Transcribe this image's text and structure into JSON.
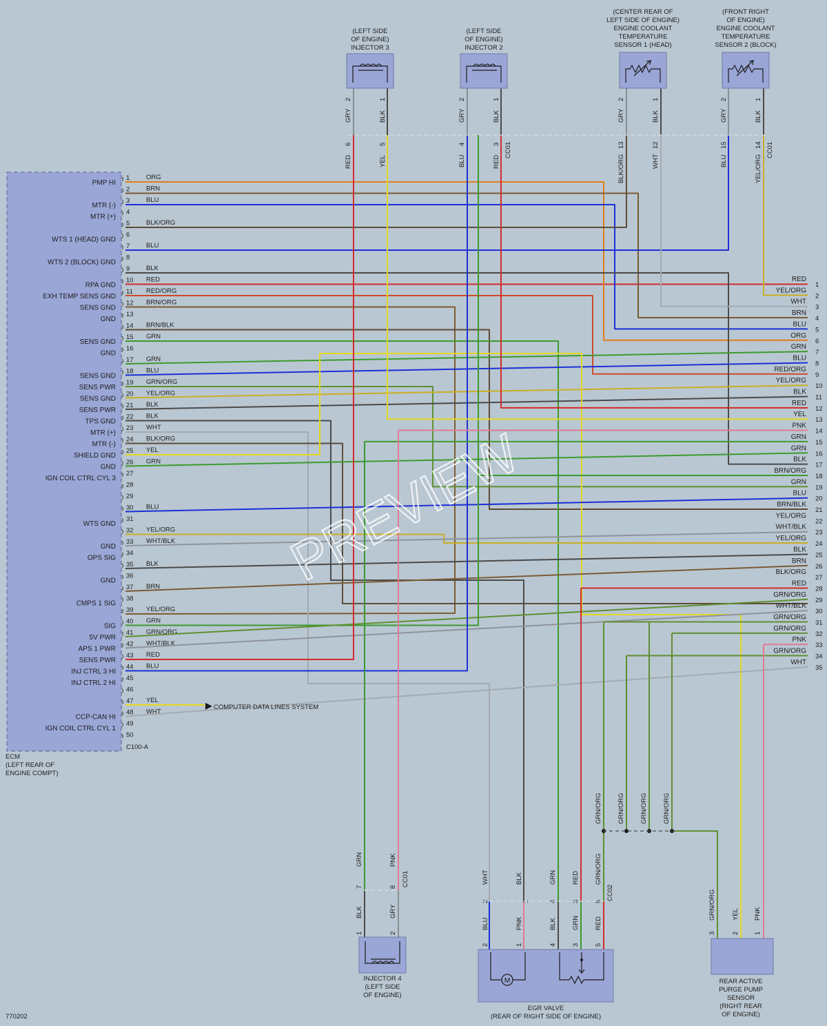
{
  "colors": {
    "RED": "#d42a2a",
    "BLU": "#1b2fd6",
    "GRN": "#3c9a2e",
    "YEL": "#e4d920",
    "BLK": "#4a4a4a",
    "WHT": "#a4aab0",
    "BRN": "#7a5a34",
    "ORG": "#e07e1c",
    "PNK": "#e07a92",
    "GRY": "#8a8f94",
    "GRN/ORG": "#5f8f30",
    "YEL/ORG": "#c9ae24",
    "RED/ORG": "#cf4a26",
    "BLK/ORG": "#5c4c38",
    "BRN/ORG": "#7d5c30",
    "BRN/BLK": "#5b4a36",
    "WHT/BLK": "#8e9399"
  },
  "ecm": {
    "name": "ECM",
    "location": [
      "(LEFT REAR OF",
      "ENGINE COMPT)"
    ],
    "connector": "C100-A",
    "pins": [
      {
        "n": "1",
        "sig": "PMP HI",
        "color": "ORG"
      },
      {
        "n": "2",
        "sig": "",
        "color": "BRN"
      },
      {
        "n": "3",
        "sig": "MTR (-)",
        "color": "BLU"
      },
      {
        "n": "4",
        "sig": "MTR (+)",
        "color": ""
      },
      {
        "n": "5",
        "sig": "",
        "color": "BLK/ORG"
      },
      {
        "n": "6",
        "sig": "WTS 1 (HEAD) GND",
        "color": ""
      },
      {
        "n": "7",
        "sig": "",
        "color": "BLU"
      },
      {
        "n": "8",
        "sig": "WTS 2 (BLOCK) GND",
        "color": ""
      },
      {
        "n": "9",
        "sig": "",
        "color": "BLK"
      },
      {
        "n": "10",
        "sig": "RPA GND",
        "color": "RED"
      },
      {
        "n": "11",
        "sig": "EXH TEMP SENS GND",
        "color": "RED/ORG"
      },
      {
        "n": "12",
        "sig": "SENS GND",
        "color": "BRN/ORG"
      },
      {
        "n": "13",
        "sig": "GND",
        "color": ""
      },
      {
        "n": "14",
        "sig": "",
        "color": "BRN/BLK"
      },
      {
        "n": "15",
        "sig": "SENS GND",
        "color": "GRN"
      },
      {
        "n": "16",
        "sig": "GND",
        "color": ""
      },
      {
        "n": "17",
        "sig": "",
        "color": "GRN"
      },
      {
        "n": "18",
        "sig": "SENS GND",
        "color": "BLU"
      },
      {
        "n": "19",
        "sig": "SENS PWR",
        "color": "GRN/ORG"
      },
      {
        "n": "20",
        "sig": "SENS GND",
        "color": "YEL/ORG"
      },
      {
        "n": "21",
        "sig": "SENS PWR",
        "color": "BLK"
      },
      {
        "n": "22",
        "sig": "TPS GND",
        "color": "BLK"
      },
      {
        "n": "23",
        "sig": "MTR (+)",
        "color": "WHT"
      },
      {
        "n": "24",
        "sig": "MTR (-)",
        "color": "BLK/ORG"
      },
      {
        "n": "25",
        "sig": "SHIELD GND",
        "color": "YEL"
      },
      {
        "n": "26",
        "sig": "GND",
        "color": "GRN"
      },
      {
        "n": "27",
        "sig": "IGN COIL CTRL CYL 3",
        "color": ""
      },
      {
        "n": "28",
        "sig": "",
        "color": ""
      },
      {
        "n": "29",
        "sig": "",
        "color": ""
      },
      {
        "n": "30",
        "sig": "",
        "color": "BLU"
      },
      {
        "n": "31",
        "sig": "WTS GND",
        "color": ""
      },
      {
        "n": "32",
        "sig": "",
        "color": "YEL/ORG"
      },
      {
        "n": "33",
        "sig": "GND",
        "color": "WHT/BLK"
      },
      {
        "n": "34",
        "sig": "OPS SIG",
        "color": ""
      },
      {
        "n": "35",
        "sig": "",
        "color": "BLK"
      },
      {
        "n": "36",
        "sig": "GND",
        "color": ""
      },
      {
        "n": "37",
        "sig": "",
        "color": "BRN"
      },
      {
        "n": "38",
        "sig": "CMPS 1 SIG",
        "color": ""
      },
      {
        "n": "39",
        "sig": "",
        "color": "YEL/ORG"
      },
      {
        "n": "40",
        "sig": "SIG",
        "color": "GRN"
      },
      {
        "n": "41",
        "sig": "5V PWR",
        "color": "GRN/ORG"
      },
      {
        "n": "42",
        "sig": "APS 1 PWR",
        "color": "WHT/BLK"
      },
      {
        "n": "43",
        "sig": "SENS PWR",
        "color": "RED"
      },
      {
        "n": "44",
        "sig": "INJ CTRL 3 HI",
        "color": "BLU"
      },
      {
        "n": "45",
        "sig": "INJ CTRL 2 HI",
        "color": ""
      },
      {
        "n": "46",
        "sig": "",
        "color": ""
      },
      {
        "n": "47",
        "sig": "",
        "color": "YEL"
      },
      {
        "n": "48",
        "sig": "CCP-CAN HI",
        "color": "WHT"
      },
      {
        "n": "49",
        "sig": "IGN COIL CTRL CYL 1",
        "color": ""
      },
      {
        "n": "50",
        "sig": "",
        "color": ""
      }
    ]
  },
  "computer_data_label": "COMPUTER DATA LINES SYSTEM",
  "right_connector": {
    "pins": [
      {
        "n": "1",
        "color": "RED"
      },
      {
        "n": "2",
        "color": "YEL/ORG"
      },
      {
        "n": "3",
        "color": "WHT"
      },
      {
        "n": "4",
        "color": "BRN"
      },
      {
        "n": "5",
        "color": "BLU"
      },
      {
        "n": "6",
        "color": "ORG"
      },
      {
        "n": "7",
        "color": "GRN"
      },
      {
        "n": "8",
        "color": "BLU"
      },
      {
        "n": "9",
        "color": "RED/ORG"
      },
      {
        "n": "10",
        "color": "YEL/ORG"
      },
      {
        "n": "11",
        "color": "BLK"
      },
      {
        "n": "12",
        "color": "RED"
      },
      {
        "n": "13",
        "color": "YEL"
      },
      {
        "n": "14",
        "color": "PNK"
      },
      {
        "n": "15",
        "color": "GRN"
      },
      {
        "n": "16",
        "color": "GRN"
      },
      {
        "n": "17",
        "color": "BLK"
      },
      {
        "n": "18",
        "color": "BRN/ORG"
      },
      {
        "n": "19",
        "color": "GRN"
      },
      {
        "n": "20",
        "color": "BLU"
      },
      {
        "n": "21",
        "color": "BRN/BLK"
      },
      {
        "n": "22",
        "color": "YEL/ORG"
      },
      {
        "n": "23",
        "color": "WHT/BLK"
      },
      {
        "n": "24",
        "color": "YEL/ORG"
      },
      {
        "n": "25",
        "color": "BLK"
      },
      {
        "n": "26",
        "color": "BRN"
      },
      {
        "n": "27",
        "color": "BLK/ORG"
      },
      {
        "n": "28",
        "color": "RED"
      },
      {
        "n": "29",
        "color": "GRN/ORG"
      },
      {
        "n": "30",
        "color": "WHT/BLK"
      },
      {
        "n": "31",
        "color": "GRN/ORG"
      },
      {
        "n": "32",
        "color": "GRN/ORG"
      },
      {
        "n": "33",
        "color": "PNK"
      },
      {
        "n": "34",
        "color": "GRN/ORG"
      },
      {
        "n": "35",
        "color": "WHT"
      }
    ]
  },
  "components": {
    "injector3": {
      "title": [
        "(LEFT SIDE",
        "OF ENGINE)",
        "INJECTOR 3"
      ],
      "pins": [
        "2",
        "1"
      ],
      "wires": [
        "GRY",
        "BLK"
      ],
      "harness_pins": [
        "6",
        "5"
      ],
      "harness_colors": [
        "RED",
        "YEL"
      ]
    },
    "injector2": {
      "title": [
        "(LEFT SIDE",
        "OF ENGINE)",
        "INJECTOR 2"
      ],
      "pins": [
        "2",
        "1"
      ],
      "wires": [
        "GRY",
        "BLK"
      ],
      "harness_pins": [
        "4",
        "3"
      ],
      "harness_colors": [
        "BLU",
        "RED"
      ],
      "connector": "CC01"
    },
    "ects1": {
      "title": [
        "(CENTER REAR OF",
        "LEFT SIDE OF ENGINE)",
        "ENGINE COOLANT",
        "TEMPERATURE",
        "SENSOR 1 (HEAD)"
      ],
      "pins": [
        "2",
        "1"
      ],
      "wires": [
        "GRY",
        "BLK"
      ],
      "harness_pins": [
        "13",
        "12"
      ],
      "harness_colors": [
        "BLK/ORG",
        "WHT"
      ]
    },
    "ects2": {
      "title": [
        "(FRONT RIGHT",
        "OF ENGINE)",
        "ENGINE COOLANT",
        "TEMPERATURE",
        "SENSOR 2 (BLOCK)"
      ],
      "pins": [
        "2",
        "1"
      ],
      "wires": [
        "GRY",
        "BLK"
      ],
      "harness_pins": [
        "15",
        "14"
      ],
      "harness_colors": [
        "BLU",
        "YEL/ORG"
      ],
      "connector": "CC01"
    },
    "injector4": {
      "title": [
        "INJECTOR 4",
        "(LEFT SIDE",
        "OF ENGINE)"
      ],
      "pins": [
        "1",
        "2"
      ],
      "wires": [
        "BLK",
        "GRY"
      ],
      "harness_pins": [
        "7",
        "8"
      ],
      "harness_colors": [
        "GRN",
        "PNK"
      ],
      "connector": "CC01"
    },
    "egr": {
      "title": [
        "EGR VALVE",
        "(REAR OF RIGHT SIDE OF ENGINE)"
      ],
      "pins": [
        "2",
        "1",
        "4",
        "3",
        "5"
      ],
      "wires": [
        "BLU",
        "PNK",
        "BLK",
        "GRN",
        "RED"
      ],
      "harness_pins": [
        "2",
        "1",
        "4",
        "3",
        "5"
      ],
      "harness_colors": [
        "WHT",
        "BLK",
        "GRN",
        "RED",
        "GRN/ORG"
      ],
      "connector": "CC02"
    },
    "purge": {
      "title": [
        "REAR ACTIVE",
        "PURGE PUMP",
        "SENSOR",
        "(RIGHT REAR",
        "OF ENGINE)"
      ],
      "pins": [
        "3",
        "2",
        "1"
      ],
      "wires": [
        "GRN/ORG",
        "YEL",
        "PNK"
      ]
    }
  },
  "splice_labels": [
    "GRN/ORG",
    "GRN/ORG",
    "GRN/ORG",
    "GRN/ORG"
  ],
  "figure_id": "770202",
  "watermark": "PREVIEW"
}
